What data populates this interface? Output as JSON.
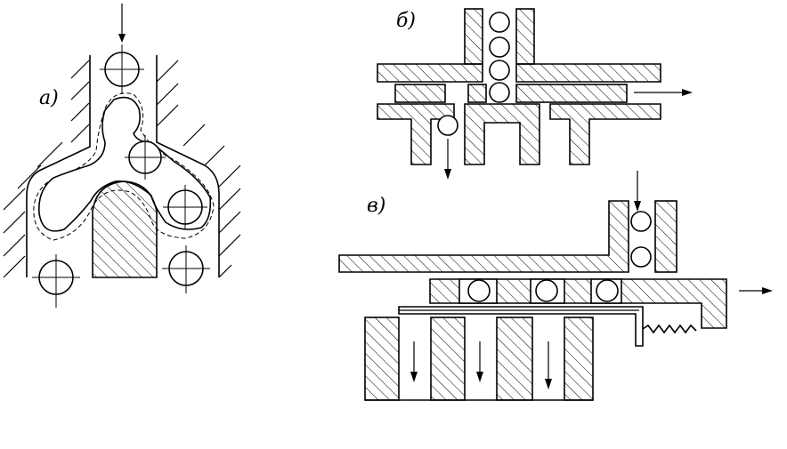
{
  "labels": {
    "a": "а)",
    "b": "б)",
    "v": "в)"
  },
  "colors": {
    "line": "#000000",
    "background": "#ffffff"
  }
}
